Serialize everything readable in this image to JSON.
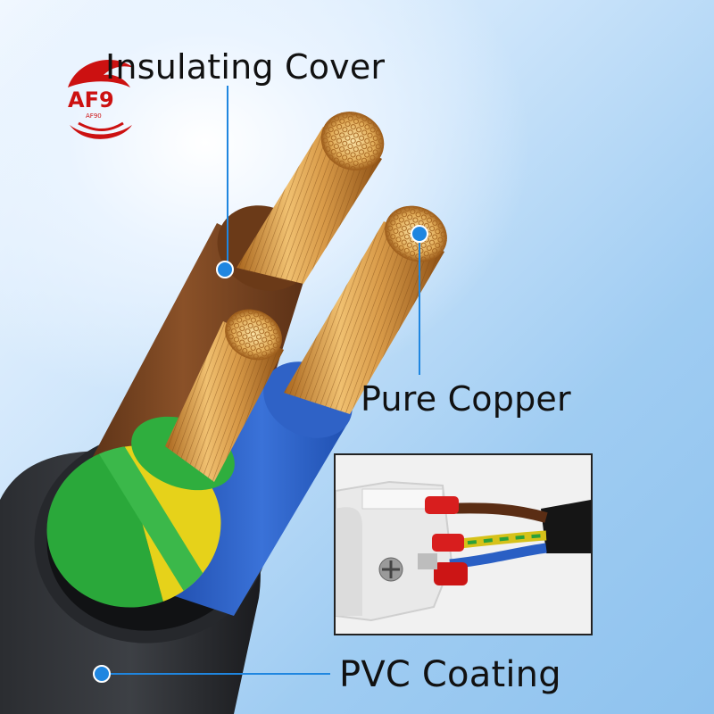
{
  "labels": {
    "insulating_cover": "Insulating Cover",
    "pure_copper": "Pure Copper",
    "pvc_coating": "PVC Coating"
  },
  "logo": {
    "name": "AF9",
    "subtext": "AF90"
  },
  "colors": {
    "background": "#a8d2f4",
    "pointer": "#1f86e0",
    "brown_wire": "#6a3a1c",
    "blue_wire": "#2a5fc4",
    "earth_green": "#2aa83a",
    "earth_yellow": "#e6d21a",
    "copper": "#d9a050",
    "sheath": "#1d1f22",
    "logo_red": "#cc1111"
  }
}
